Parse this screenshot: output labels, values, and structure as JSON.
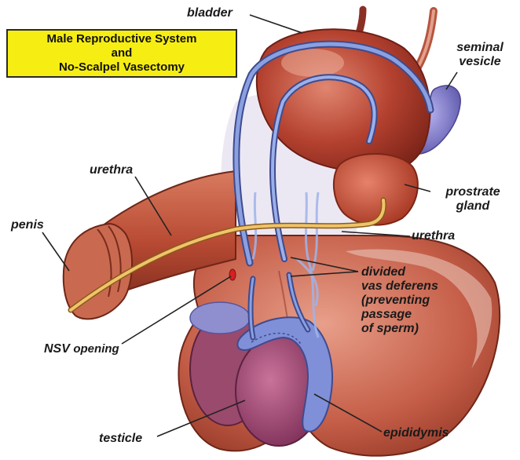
{
  "title": {
    "line1": "Male Reproductive System",
    "line2": "and",
    "line3": "No-Scalpel Vasectomy"
  },
  "labels": {
    "bladder": "bladder",
    "seminal_vesicle_1": "seminal",
    "seminal_vesicle_2": "vesicle",
    "urethra_top": "urethra",
    "penis": "penis",
    "prostrate_1": "prostrate",
    "prostrate_2": "gland",
    "urethra_right": "urethra",
    "divided_1": "divided",
    "divided_2": "vas deferens",
    "divided_3": "(preventing",
    "divided_4": "passage",
    "divided_5": "of sperm)",
    "nsv_bold": "NSV",
    "nsv_rest": "opening",
    "testicle": "testicle",
    "epididymis": "epididymis"
  },
  "colors": {
    "title_bg": "#f6ee13",
    "organ_red": "#b83a2c",
    "skin": "#c4573d",
    "vas_blue": "#7f95d6",
    "vesicle_purple": "#7d78c4",
    "urethra_yellow": "#e9c46a"
  }
}
